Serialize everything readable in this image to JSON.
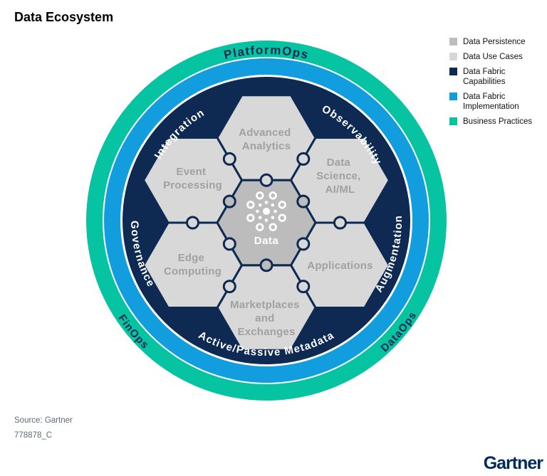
{
  "title": "Data Ecosystem",
  "legend": {
    "items": [
      {
        "label": "Data Persistence",
        "color": "#bdbdbd"
      },
      {
        "label": "Data Use Cases",
        "color": "#d8d8d8"
      },
      {
        "label": "Data Fabric Capabilities",
        "color": "#0e2a52"
      },
      {
        "label": "Data Fabric Implementation",
        "color": "#129ddf"
      },
      {
        "label": "Business Practices",
        "color": "#06c3a2"
      }
    ]
  },
  "rings": {
    "outer_labels": {
      "platform_ops": "PlatformOps",
      "fin_ops": "FinOps",
      "data_ops": "DataOps"
    },
    "inner_labels": {
      "integration": "Integration",
      "observability": "Observability",
      "governance": "Governance",
      "augmentation": "Augmentation",
      "metadata": "Active/Passive Metadata"
    }
  },
  "hexagons": {
    "center": {
      "label": "Data"
    },
    "advanced_analytics": {
      "line1": "Advanced",
      "line2": "Analytics"
    },
    "data_science": {
      "line1": "Data",
      "line2": "Science,",
      "line3": "AI/ML"
    },
    "event_processing": {
      "line1": "Event",
      "line2": "Processing"
    },
    "edge_computing": {
      "line1": "Edge",
      "line2": "Computing"
    },
    "applications": {
      "line1": "Applications"
    },
    "marketplaces": {
      "line1": "Marketplaces",
      "line2": "and",
      "line3": "Exchanges"
    }
  },
  "footer": {
    "source": "Source: Gartner",
    "figure_id": "778878_C",
    "logo": "Gartner"
  }
}
